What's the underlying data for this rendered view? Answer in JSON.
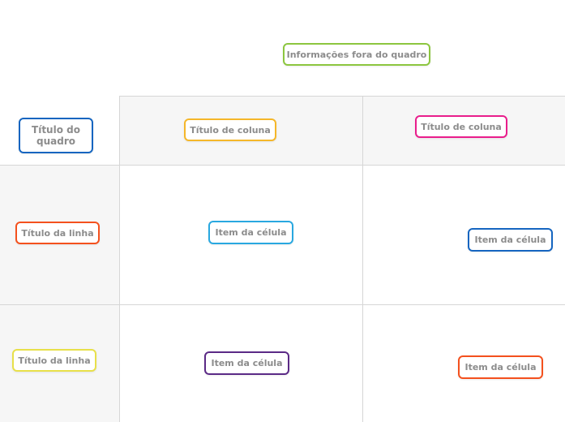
{
  "outside_info": {
    "label": "Informações fora do quadro",
    "color": "#8cc63f"
  },
  "board_title": {
    "label": "Título do quadro",
    "color": "#1565c0"
  },
  "columns": [
    {
      "label": "Título de coluna",
      "color": "#f5b72a"
    },
    {
      "label": "Título de coluna",
      "color": "#e91e8c"
    }
  ],
  "rows": [
    {
      "label": "Título da linha",
      "color": "#f4511e"
    },
    {
      "label": "Título da linha",
      "color": "#e8e04a"
    }
  ],
  "cells": [
    [
      {
        "label": "Item da célula",
        "color": "#29a8e0"
      },
      {
        "label": "Item da célula",
        "color": "#1565c0"
      }
    ],
    [
      {
        "label": "Item da célula",
        "color": "#5b2a86"
      },
      {
        "label": "Item da célula",
        "color": "#f4511e"
      }
    ]
  ]
}
